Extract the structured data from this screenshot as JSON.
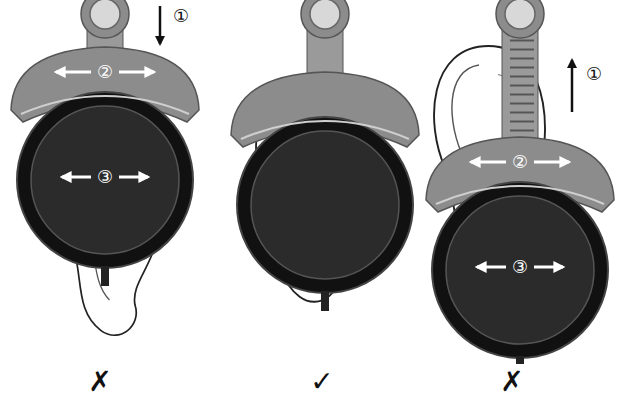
{
  "diagram": {
    "labels": [
      "①",
      "②",
      "③",
      "✗",
      "✓",
      "①",
      "②",
      "③",
      "✗"
    ]
  }
}
